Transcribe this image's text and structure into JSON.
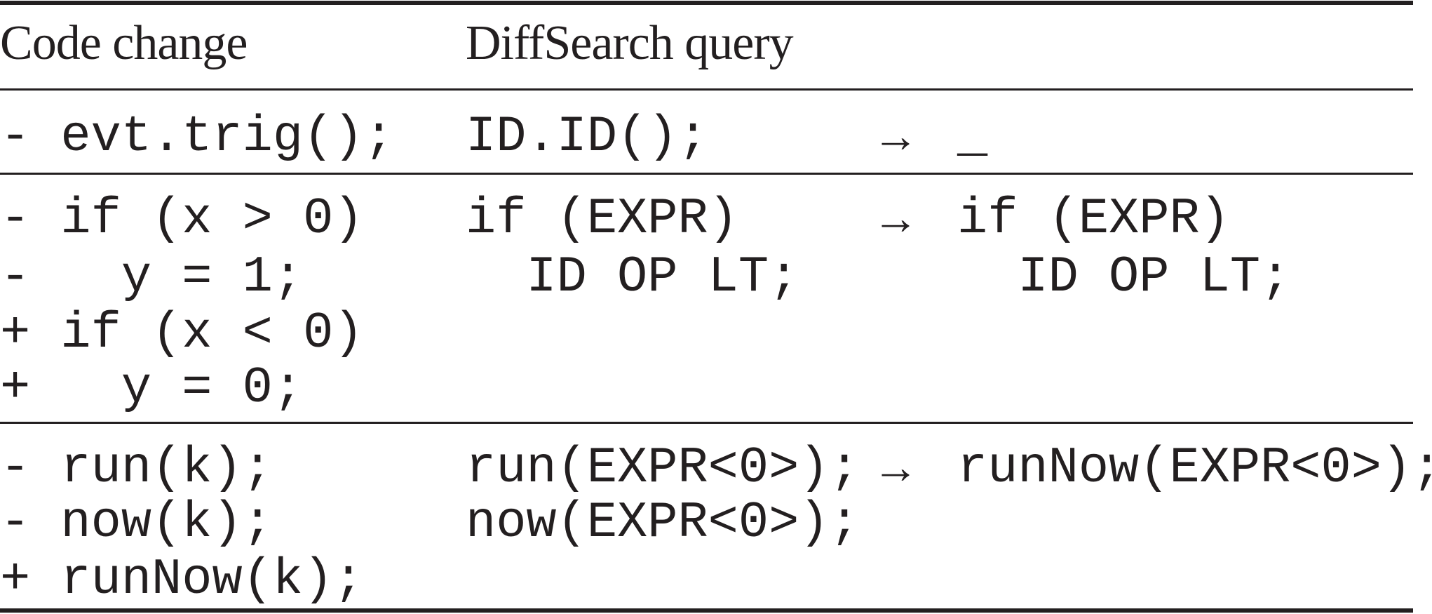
{
  "headers": {
    "code_change": "Code change",
    "query": "DiffSearch query"
  },
  "rows": [
    {
      "lines": [
        {
          "code": "- evt.trig();",
          "query": "ID.ID();",
          "arrow": "→",
          "result": "_"
        }
      ]
    },
    {
      "lines": [
        {
          "code": "- if (x > 0)",
          "query": "if (EXPR)",
          "arrow": "→",
          "result": "if (EXPR)"
        },
        {
          "code": "-   y = 1;",
          "query": "  ID OP LT;",
          "result": "  ID OP LT;"
        },
        {
          "code": "+ if (x < 0)"
        },
        {
          "code": "+   y = 0;"
        }
      ]
    },
    {
      "lines": [
        {
          "code": "- run(k);",
          "query": "run(EXPR<0>);",
          "arrow": "→",
          "result": "runNow(EXPR<0>);"
        },
        {
          "code": "- now(k);",
          "query": "now(EXPR<0>);"
        },
        {
          "code": "+ runNow(k);"
        }
      ]
    }
  ]
}
